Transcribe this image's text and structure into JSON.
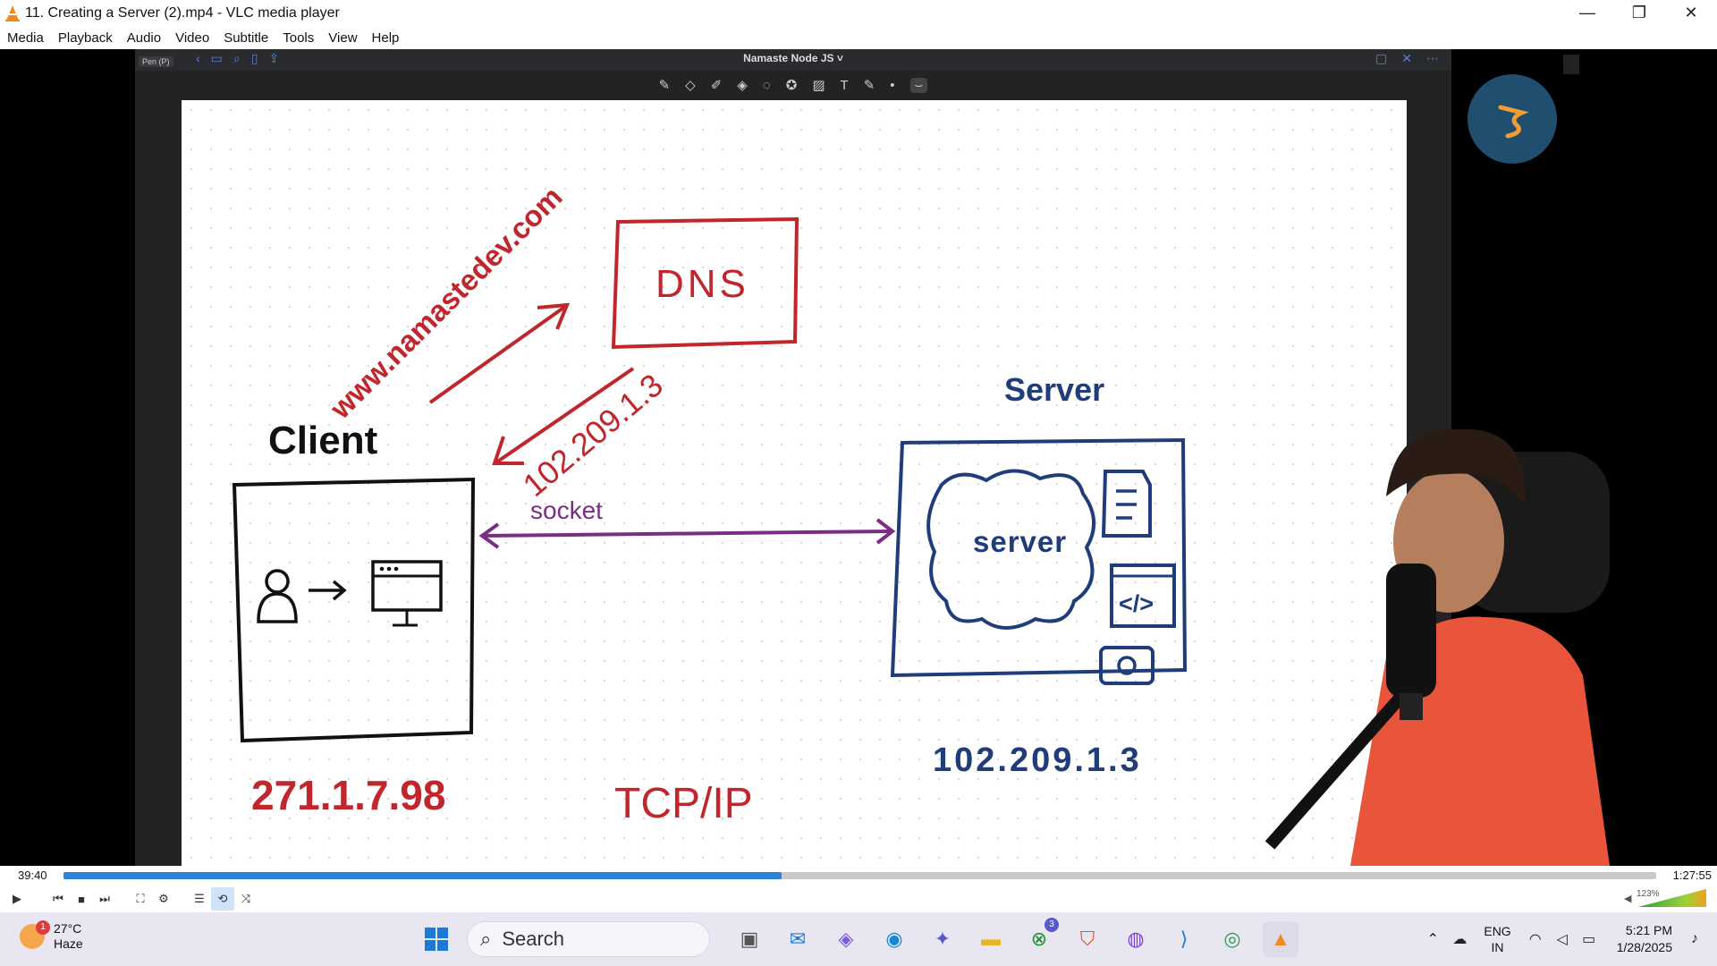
{
  "window": {
    "title": "11. Creating a Server (2).mp4 - VLC media player",
    "minimize": "—",
    "restore": "❐",
    "close": "✕"
  },
  "menu": [
    "Media",
    "Playback",
    "Audio",
    "Video",
    "Subtitle",
    "Tools",
    "View",
    "Help"
  ],
  "video": {
    "note_app": {
      "tool_badge": "Pen (P)",
      "note_title": "Namaste Node JS ˅"
    },
    "whiteboard": {
      "client_label": "Client",
      "dns_label": "DNS",
      "domain_text": "www.namastedev.com",
      "dns_response_ip": "102.209.1.3",
      "socket_label": "socket",
      "server_heading": "Server",
      "server_cloud_label": "server",
      "server_code_icon": "</>",
      "client_ip": "271.1.7.98",
      "server_ip": "102.209.1.3",
      "protocol": "TCP/IP"
    }
  },
  "playback": {
    "elapsed": "39:40",
    "total": "1:27:55",
    "progress_fraction": 0.451,
    "volume_percent": "123%"
  },
  "taskbar": {
    "weather_temp": "27°C",
    "weather_desc": "Haze",
    "weather_badge": "1",
    "search_label": "Search",
    "xbox_badge": "3",
    "lang_line1": "ENG",
    "lang_line2": "IN",
    "time": "5:21 PM",
    "date": "1/28/2025"
  },
  "colors": {
    "ink_red": "#c0262b",
    "ink_black": "#111111",
    "ink_purple": "#7b2d84",
    "ink_blue": "#1f3d7a",
    "progress_blue": "#2e83d9"
  }
}
